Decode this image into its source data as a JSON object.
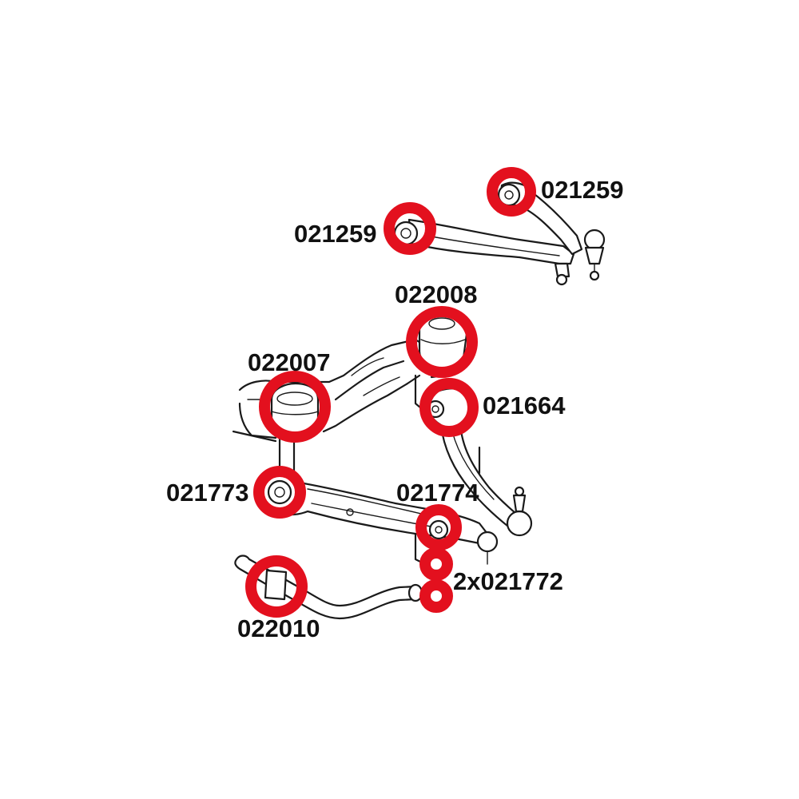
{
  "colors": {
    "highlight": "#e3101e",
    "ink": "#111111",
    "background": "#ffffff"
  },
  "labels": {
    "upper_arm_right": "021259",
    "upper_arm_left": "021259",
    "strut_mount_right": "022008",
    "strut_mount_left": "022007",
    "tension_strut_bushing": "021664",
    "control_arm_inner": "021773",
    "control_arm_outer": "021774",
    "stabilizer_link": "2x021772",
    "stabilizer_bushing": "022010"
  }
}
